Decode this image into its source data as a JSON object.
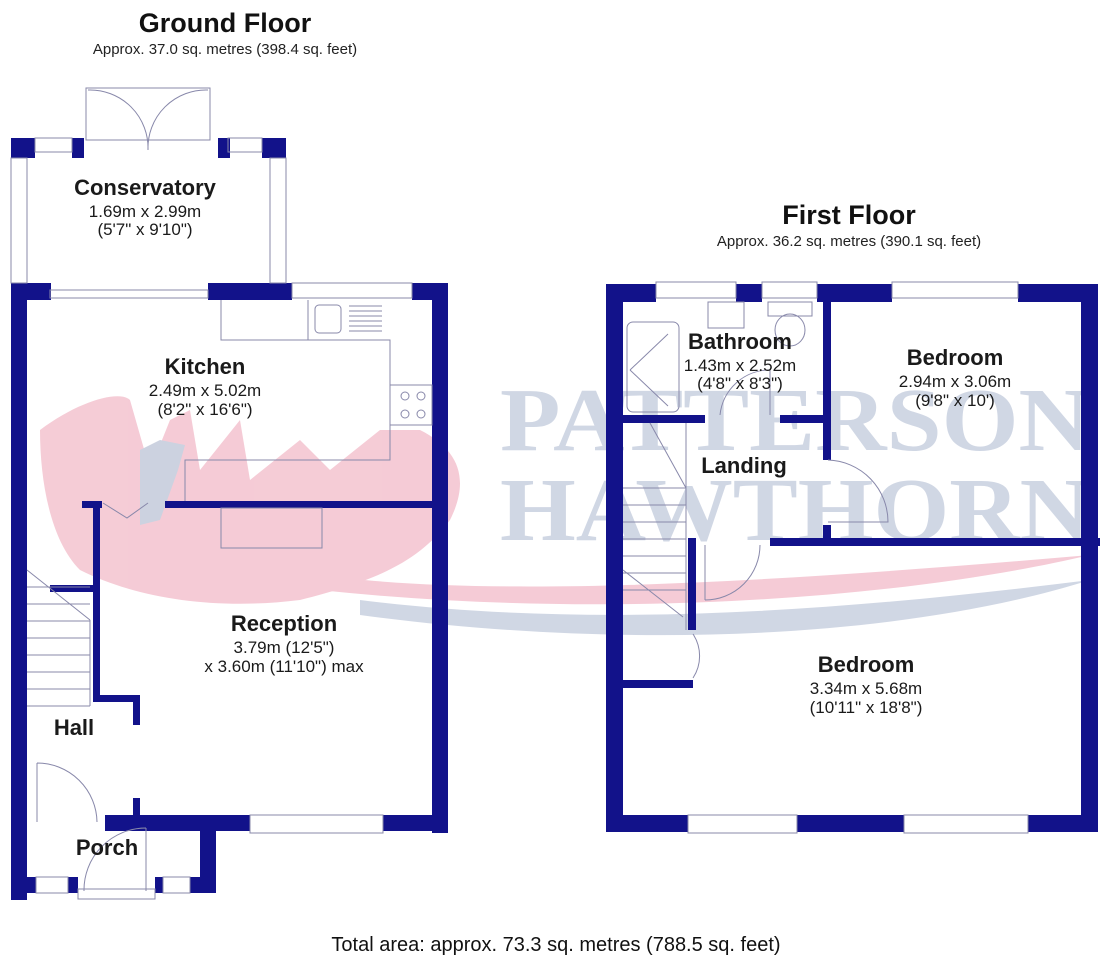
{
  "colors": {
    "wall": "#12128a",
    "fixture_line": "#8888aa",
    "watermark_red": "#f4c6d2",
    "watermark_blue": "#ccd3e2"
  },
  "watermark": {
    "line1": "PATTERSON",
    "line2": "HAWTHORN"
  },
  "ground_floor": {
    "title": "Ground Floor",
    "area": "Approx. 37.0 sq. metres (398.4 sq. feet)",
    "rooms": {
      "conservatory": {
        "name": "Conservatory",
        "dim1": "1.69m x 2.99m",
        "dim2": "(5'7\" x 9'10\")"
      },
      "kitchen": {
        "name": "Kitchen",
        "dim1": "2.49m x 5.02m",
        "dim2": "(8'2\" x 16'6\")"
      },
      "reception": {
        "name": "Reception",
        "dim1": "3.79m (12'5\")",
        "dim2": "x 3.60m (11'10\") max"
      },
      "hall": {
        "name": "Hall"
      },
      "porch": {
        "name": "Porch"
      }
    }
  },
  "first_floor": {
    "title": "First Floor",
    "area": "Approx. 36.2 sq. metres (390.1 sq. feet)",
    "rooms": {
      "bathroom": {
        "name": "Bathroom",
        "dim1": "1.43m x 2.52m",
        "dim2": "(4'8\" x 8'3\")"
      },
      "bedroom_small": {
        "name": "Bedroom",
        "dim1": "2.94m x 3.06m",
        "dim2": "(9'8\" x 10')"
      },
      "landing": {
        "name": "Landing"
      },
      "bedroom_large": {
        "name": "Bedroom",
        "dim1": "3.34m x 5.68m",
        "dim2": "(10'11\" x 18'8\")"
      }
    }
  },
  "total_area": "Total area: approx. 73.3 sq. metres (788.5 sq. feet)"
}
